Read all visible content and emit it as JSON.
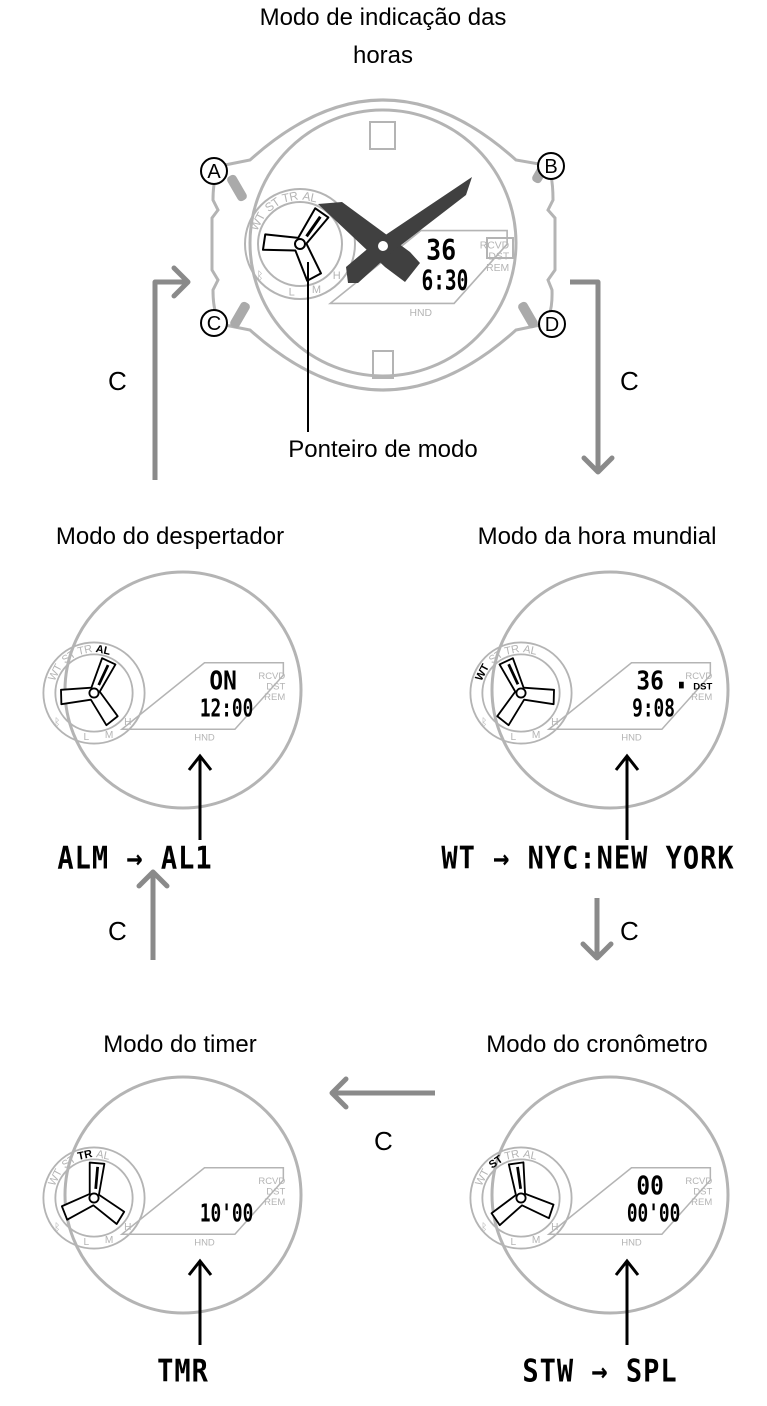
{
  "colors": {
    "outline": "#b4b4b4",
    "arrow": "#8a8a8a",
    "hand": "#404040",
    "ink": "#000000"
  },
  "main": {
    "title_line1": "Modo de indicação das",
    "title_line2": "horas",
    "pointer_label": "Ponteiro de modo",
    "buttons": [
      "A",
      "B",
      "C",
      "D"
    ],
    "lcd_top": "36",
    "lcd_bottom": "6:30",
    "indicators": [
      "RCVD",
      "DST",
      "REM"
    ],
    "hnd": "HND",
    "subdial_labels": [
      "WT",
      "ST",
      "TR",
      "AL"
    ],
    "subdial_power": [
      "L",
      "M",
      "H"
    ]
  },
  "transition_label": "C",
  "modes": [
    {
      "title": "Modo do despertador",
      "lcd_top": "ON",
      "lcd_bottom": "12:00",
      "active": "AL",
      "dst_active": false,
      "display": "ALM → AL1"
    },
    {
      "title": "Modo da hora mundial",
      "lcd_top": "36",
      "lcd_bottom": "9:08",
      "active": "WT",
      "dst_active": true,
      "display": "WT → NYC:NEW YORK"
    },
    {
      "title": "Modo do timer",
      "lcd_top": "",
      "lcd_bottom": "10'00",
      "active": "TR",
      "dst_active": false,
      "display": "TMR"
    },
    {
      "title": "Modo do cronômetro",
      "lcd_top": "00",
      "lcd_bottom": "00'00",
      "active": "ST",
      "dst_active": false,
      "display": "STW → SPL"
    }
  ]
}
